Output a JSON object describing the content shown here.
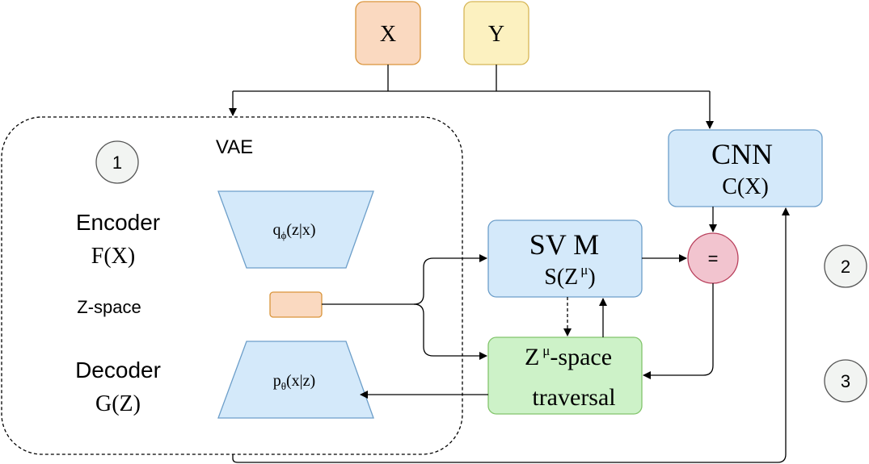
{
  "inputs": {
    "x_label": "X",
    "y_label": "Y"
  },
  "vae": {
    "title": "VAE",
    "step": "1",
    "encoder_label": "Encoder",
    "encoder_func": "F(X)",
    "encoder_dist_q": "q",
    "encoder_dist_sub": "ϕ",
    "encoder_dist_rest": "(z|x)",
    "zspace_label": "Z-space",
    "decoder_label": "Decoder",
    "decoder_func": "G(Z)",
    "decoder_dist_p": "p",
    "decoder_dist_sub": "θ",
    "decoder_dist_rest": "(x|z)"
  },
  "cnn": {
    "title": "CNN",
    "func": "C(X)"
  },
  "svm": {
    "title": "SV M",
    "func_pre": "S(Z",
    "func_sup": "μ",
    "func_post": ")"
  },
  "compare": {
    "symbol": "="
  },
  "traversal": {
    "line1_z": "Z",
    "line1_sup": "μ",
    "line1_rest": "-space",
    "line2": "traversal"
  },
  "steps": {
    "two": "2",
    "three": "3"
  },
  "colors": {
    "x_fill": "#fad9c0",
    "x_stroke": "#d9943a",
    "y_fill": "#fcf1c0",
    "y_stroke": "#d6b656",
    "blue_fill": "#d4e9fa",
    "blue_stroke": "#6c9ec9",
    "green_fill": "#cdf2c8",
    "green_stroke": "#82c46b",
    "pink_fill": "#f2c4cf",
    "pink_stroke": "#b9415d",
    "step_fill": "#f2f4f2",
    "step_stroke": "#555555"
  }
}
